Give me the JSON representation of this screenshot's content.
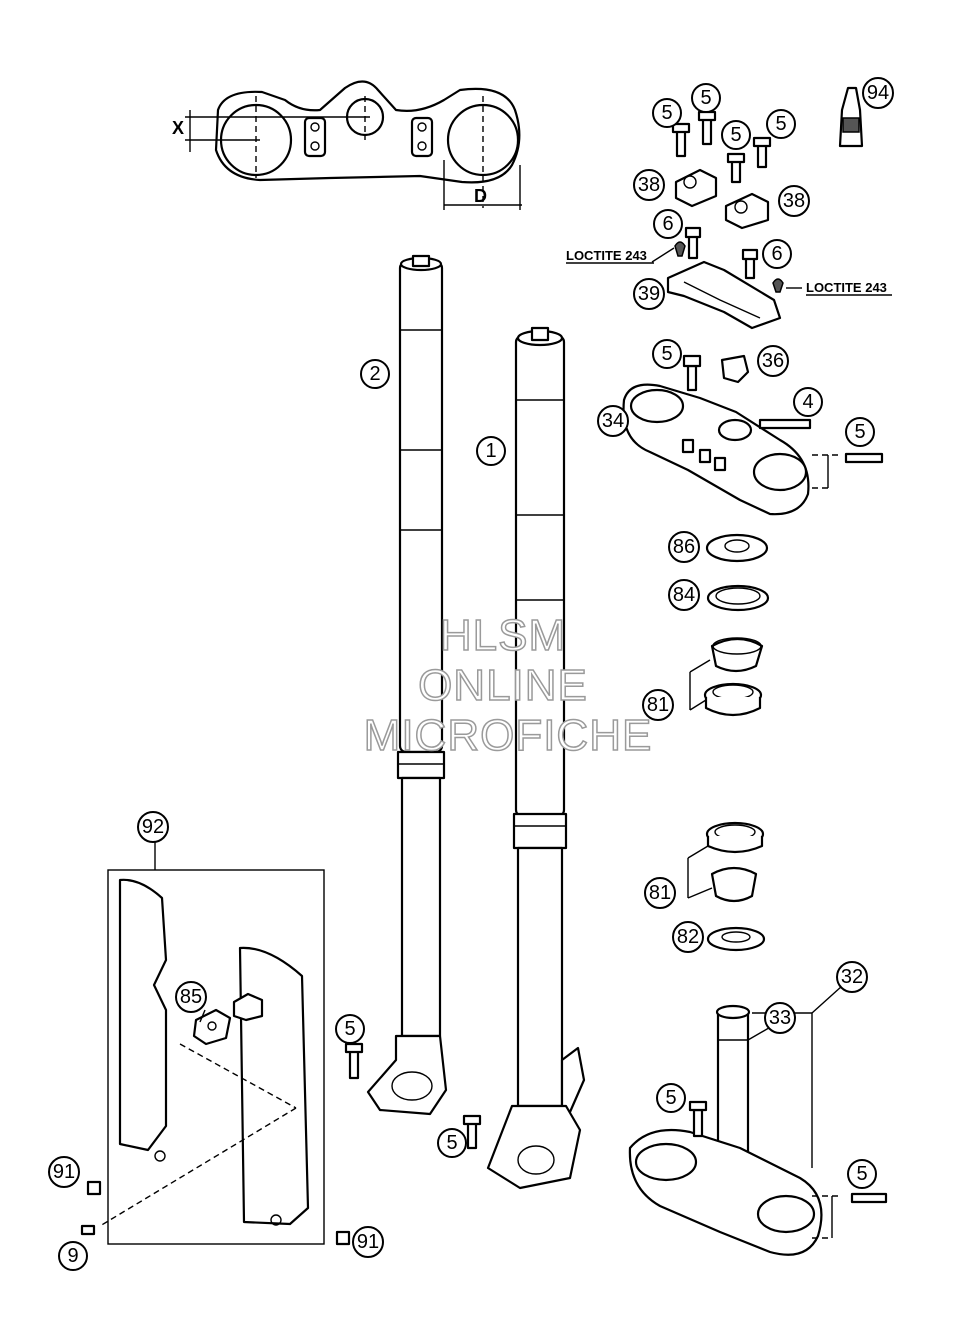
{
  "callouts": [
    {
      "id": "c-5a",
      "label": "5"
    },
    {
      "id": "c-5b",
      "label": "5"
    },
    {
      "id": "c-5c",
      "label": "5"
    },
    {
      "id": "c-5d",
      "label": "5"
    },
    {
      "id": "c-94",
      "label": "94"
    },
    {
      "id": "c-38a",
      "label": "38"
    },
    {
      "id": "c-38b",
      "label": "38"
    },
    {
      "id": "c-6a",
      "label": "6"
    },
    {
      "id": "c-6b",
      "label": "6"
    },
    {
      "id": "c-39",
      "label": "39"
    },
    {
      "id": "c-5e",
      "label": "5"
    },
    {
      "id": "c-36",
      "label": "36"
    },
    {
      "id": "c-4",
      "label": "4"
    },
    {
      "id": "c-34",
      "label": "34"
    },
    {
      "id": "c-5f",
      "label": "5"
    },
    {
      "id": "c-2",
      "label": "2"
    },
    {
      "id": "c-1",
      "label": "1"
    },
    {
      "id": "c-86",
      "label": "86"
    },
    {
      "id": "c-84",
      "label": "84"
    },
    {
      "id": "c-81a",
      "label": "81"
    },
    {
      "id": "c-81b",
      "label": "81"
    },
    {
      "id": "c-82",
      "label": "82"
    },
    {
      "id": "c-92",
      "label": "92"
    },
    {
      "id": "c-85",
      "label": "85"
    },
    {
      "id": "c-32",
      "label": "32"
    },
    {
      "id": "c-33",
      "label": "33"
    },
    {
      "id": "c-5g",
      "label": "5"
    },
    {
      "id": "c-5h",
      "label": "5"
    },
    {
      "id": "c-5i",
      "label": "5"
    },
    {
      "id": "c-5j",
      "label": "5"
    },
    {
      "id": "c-91a",
      "label": "91"
    },
    {
      "id": "c-91b",
      "label": "91"
    },
    {
      "id": "c-9",
      "label": "9"
    }
  ],
  "notes": {
    "loctite_left": "LOCTITE 243",
    "loctite_right": "LOCTITE 243",
    "dim_x": "X",
    "dim_d": "D"
  },
  "watermark": {
    "line1": "HLSM",
    "line2": "ONLINE",
    "line3": "MICROFICHE"
  }
}
